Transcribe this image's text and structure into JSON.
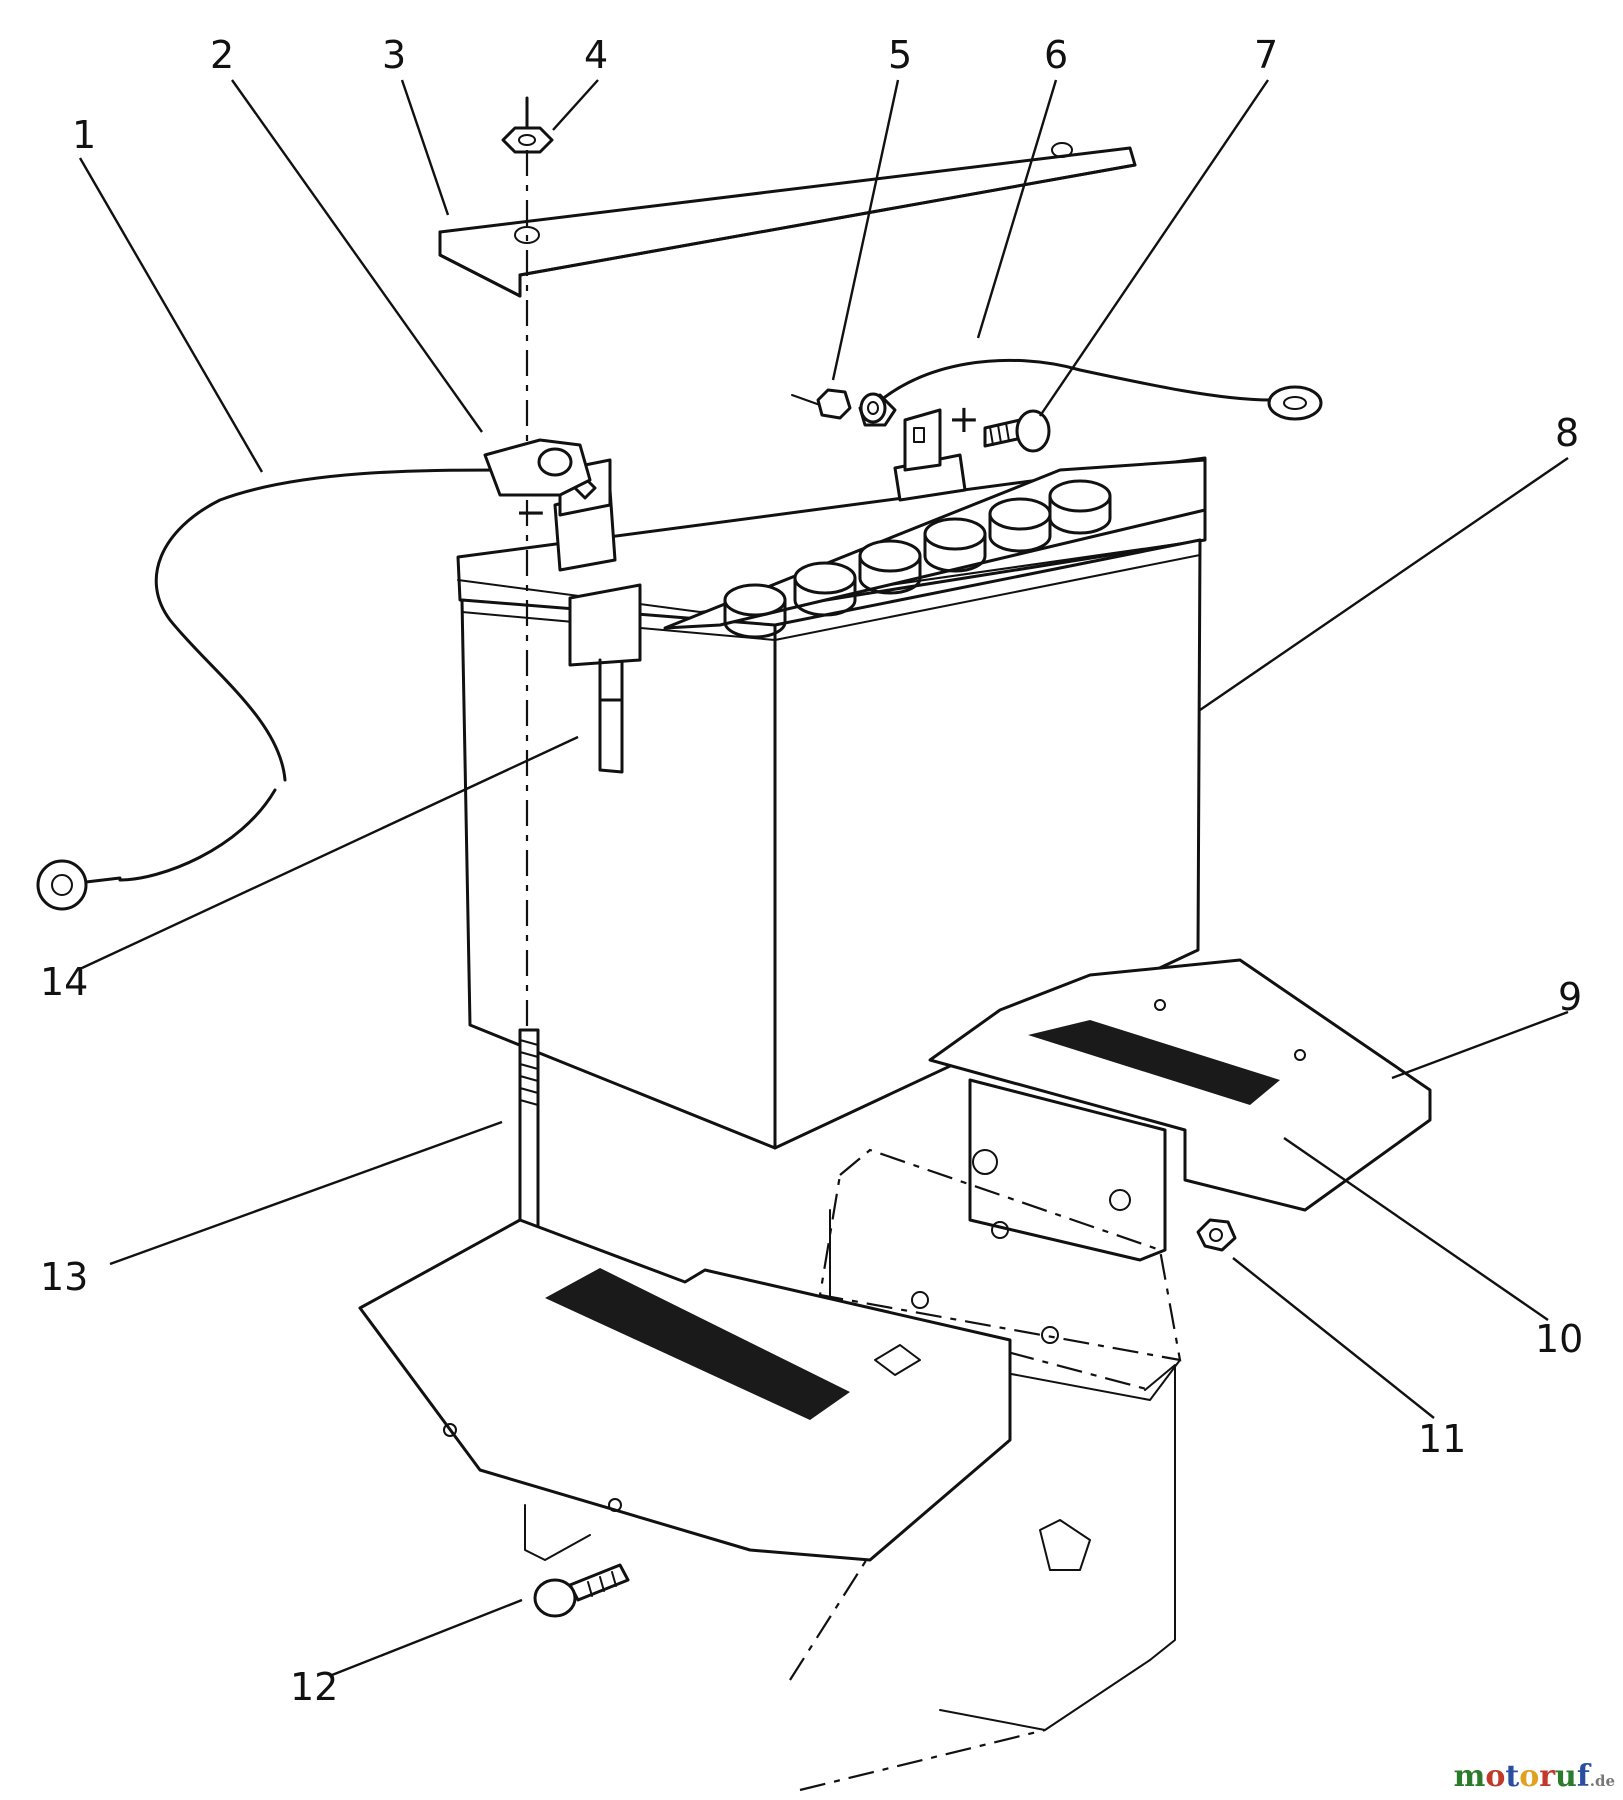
{
  "callouts": [
    {
      "id": "1",
      "label": "1"
    },
    {
      "id": "2",
      "label": "2"
    },
    {
      "id": "3",
      "label": "3"
    },
    {
      "id": "4",
      "label": "4"
    },
    {
      "id": "5",
      "label": "5"
    },
    {
      "id": "6",
      "label": "6"
    },
    {
      "id": "7",
      "label": "7"
    },
    {
      "id": "8",
      "label": "8"
    },
    {
      "id": "9",
      "label": "9"
    },
    {
      "id": "10",
      "label": "10"
    },
    {
      "id": "11",
      "label": "11"
    },
    {
      "id": "12",
      "label": "12"
    },
    {
      "id": "13",
      "label": "13"
    },
    {
      "id": "14",
      "label": "14"
    }
  ],
  "terminal_marks": {
    "positive": "+",
    "negative": "−"
  },
  "watermark": {
    "letters": [
      "m",
      "o",
      "t",
      "o",
      "r",
      "u",
      "f"
    ],
    "letter_colors": [
      "#2c7a2c",
      "#c0392b",
      "#2a4fa0",
      "#e0a020",
      "#c0392b",
      "#2c7a2c",
      "#2a4fa0"
    ],
    "suffix": ".de"
  }
}
